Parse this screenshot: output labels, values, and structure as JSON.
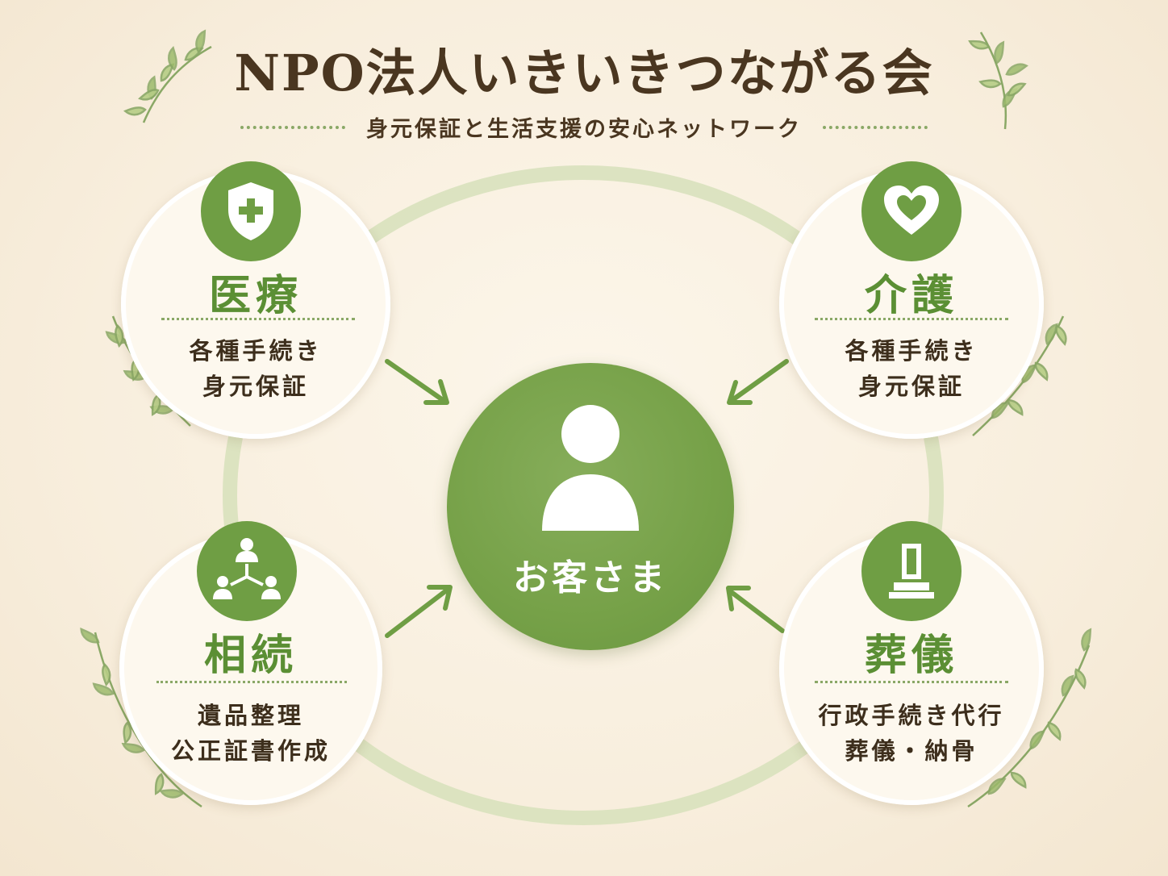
{
  "title": "NPO法人いきいきつながる会",
  "subtitle": "身元保証と生活支援の安心ネットワーク",
  "center": {
    "label": "お客さま",
    "icon": "person-icon"
  },
  "cards": {
    "medical": {
      "label": "医療",
      "lines": [
        "各種手続き",
        "身元保証"
      ],
      "icon": "shield-plus-icon"
    },
    "care": {
      "label": "介護",
      "lines": [
        "各種手続き",
        "身元保証"
      ],
      "icon": "heart-icon"
    },
    "inheritance": {
      "label": "相続",
      "lines": [
        "遺品整理",
        "公正証書作成"
      ],
      "icon": "people-network-icon"
    },
    "funeral": {
      "label": "葬儀",
      "lines": [
        "行政手続き代行",
        "葬儀・納骨"
      ],
      "icon": "grave-icon"
    }
  },
  "colors": {
    "accent_green": "#6f9e44",
    "label_green": "#5b8f34",
    "ring_green": "#d8e1bd",
    "text_brown": "#4a3620",
    "background": "#f8eedd"
  }
}
